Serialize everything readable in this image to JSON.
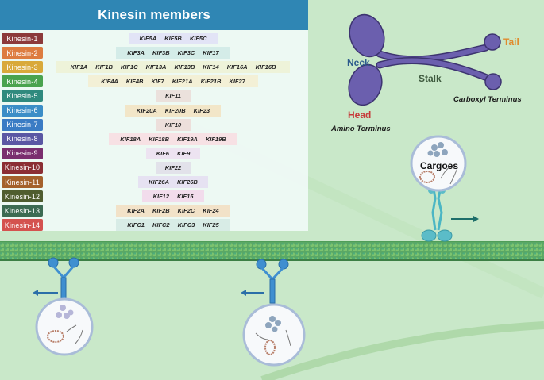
{
  "panel": {
    "title": "Kinesin members",
    "families": [
      {
        "label": "Kinesin-1",
        "color": "#8c3a3a",
        "rowColor": "#e2e4f6",
        "members": [
          "KIF5A",
          "KIF5B",
          "KIF5C"
        ]
      },
      {
        "label": "Kinesin-2",
        "color": "#dd7c3f",
        "rowColor": "#d4ece8",
        "members": [
          "KIF3A",
          "KIF3B",
          "KIF3C",
          "KIF17"
        ]
      },
      {
        "label": "Kinesin-3",
        "color": "#d9a93a",
        "rowColor": "#eef3d9",
        "members": [
          "KIF1A",
          "KIF1B",
          "KIF1C",
          "KIF13A",
          "KIF13B",
          "KIF14",
          "KIF16A",
          "KIF16B"
        ]
      },
      {
        "label": "Kinesin-4",
        "color": "#4aa34e",
        "rowColor": "#f3f0d6",
        "members": [
          "KIF4A",
          "KIF4B",
          "KIF7",
          "KIF21A",
          "KIF21B",
          "KIF27"
        ]
      },
      {
        "label": "Kinesin-5",
        "color": "#2f8a7e",
        "rowColor": "#ebe1dc",
        "members": [
          "KIF11"
        ]
      },
      {
        "label": "Kinesin-6",
        "color": "#3b8ec7",
        "rowColor": "#f2e6c8",
        "members": [
          "KIF20A",
          "KIF20B",
          "KIF23"
        ]
      },
      {
        "label": "Kinesin-7",
        "color": "#3a7bc4",
        "rowColor": "#eddfdb",
        "members": [
          "KIF10"
        ]
      },
      {
        "label": "Kinesin-8",
        "color": "#5a57a3",
        "rowColor": "#f7e1e4",
        "members": [
          "KIF18A",
          "KIF18B",
          "KIF19A",
          "KIF19B"
        ]
      },
      {
        "label": "Kinesin-9",
        "color": "#7a2e6e",
        "rowColor": "#ede3f1",
        "members": [
          "KIF6",
          "KIF9"
        ]
      },
      {
        "label": "Kinesin-10",
        "color": "#8b2e33",
        "rowColor": "#e2e2ea",
        "members": [
          "KIF22"
        ]
      },
      {
        "label": "Kinesin-11",
        "color": "#a4612b",
        "rowColor": "#e6e2f2",
        "members": [
          "KIF26A",
          "KIF26B"
        ]
      },
      {
        "label": "Kinesin-12",
        "color": "#4f5d2f",
        "rowColor": "#f2dcec",
        "members": [
          "KIF12",
          "KIF15"
        ]
      },
      {
        "label": "Kinesin-13",
        "color": "#3c6b52",
        "rowColor": "#f2e2c8",
        "members": [
          "KIF2A",
          "KIF2B",
          "KIF2C",
          "KIF24"
        ]
      },
      {
        "label": "Kinesin-14",
        "color": "#d4524f",
        "rowColor": "#d8ece6",
        "members": [
          "KIFC1",
          "KIFC2",
          "KIFC3",
          "KIF25"
        ]
      }
    ]
  },
  "structure": {
    "neck": "Neck",
    "head": "Head",
    "stalk": "Stalk",
    "tail": "Tail",
    "amino": "Amino Terminus",
    "carboxyl": "Carboxyl Terminus"
  },
  "cargo_label": "Cargoes",
  "colors": {
    "neck": "#2b5a8c",
    "head": "#c73a3a",
    "stalk": "#3e5a3e",
    "tail": "#e08a2c",
    "motor": "#6b5fae"
  }
}
